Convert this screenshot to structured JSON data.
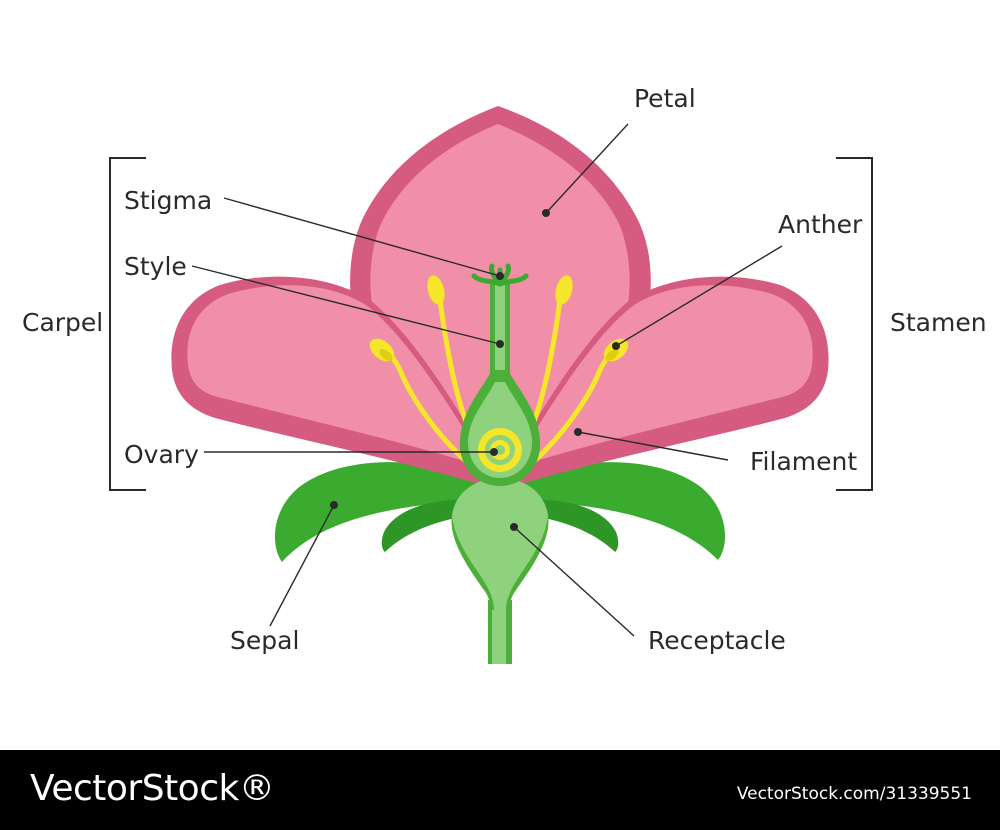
{
  "diagram": {
    "labels": {
      "petal": "Petal",
      "stigma": "Stigma",
      "style": "Style",
      "carpel": "Carpel",
      "anther": "Anther",
      "stamen": "Stamen",
      "ovary": "Ovary",
      "filament": "Filament",
      "sepal": "Sepal",
      "receptacle": "Receptacle"
    },
    "colors": {
      "petal_fill": "#f28fa8",
      "petal_outline": "#d65b80",
      "sepal_green": "#3aab2e",
      "light_green": "#8fd27d",
      "stem_green": "#4caf3a",
      "stamen_yellow": "#f5e62a"
    }
  },
  "watermark": {
    "logo": "VectorStock®",
    "id": "VectorStock.com/31339551"
  }
}
